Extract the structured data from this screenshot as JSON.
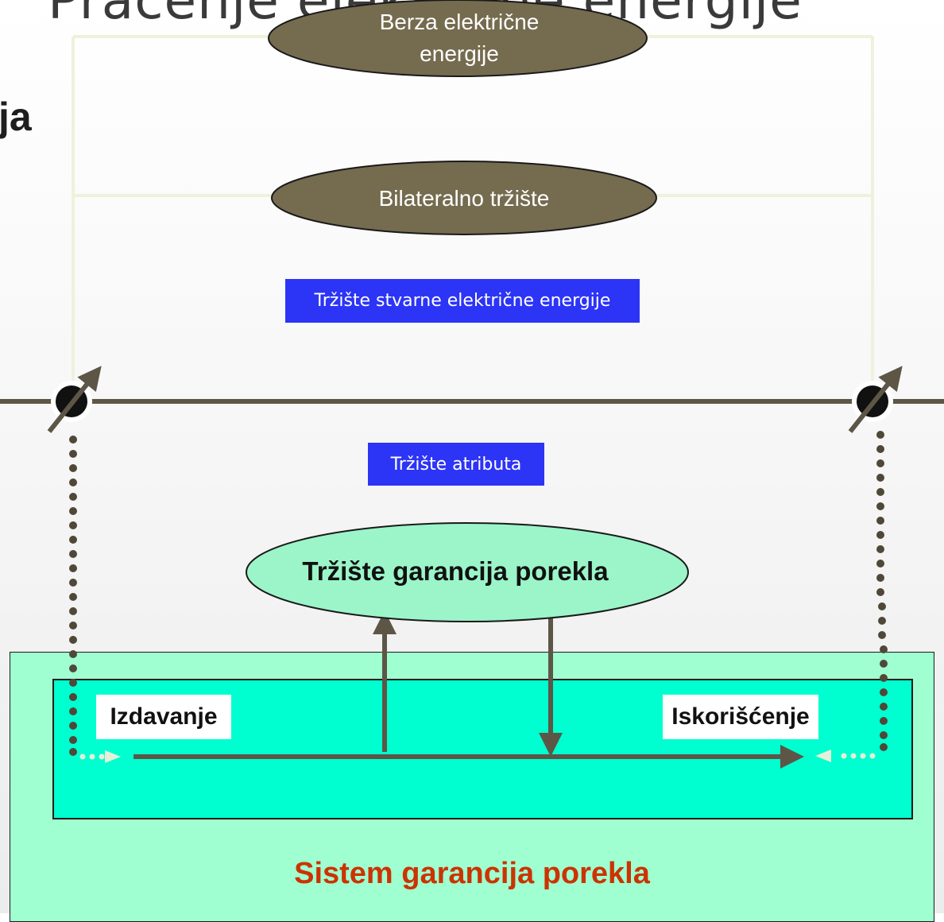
{
  "title": "Praćenje električne energije",
  "partial_left_text": "ja",
  "nodes": {
    "exchange": "Berza električne energije",
    "bilateral": "Bilateralno tržište",
    "physical_market": "Tržište stvarne električne energije",
    "attribute_market": "Tržište atributa",
    "go_market": "Tržište garancija porekla",
    "issuance": "Izdavanje",
    "cancellation": "Iskorišćenje",
    "system": "Sistem garancija porekla"
  },
  "colors": {
    "ellipse_dark": "#756b4f",
    "ellipse_light": "#9bf5c8",
    "blue_box": "#2c34f6",
    "system_outer": "#9fffd1",
    "system_inner": "#00ffd0",
    "system_label": "#cc3300",
    "arrow": "#5d5646",
    "frame_line": "#eef2dc"
  }
}
